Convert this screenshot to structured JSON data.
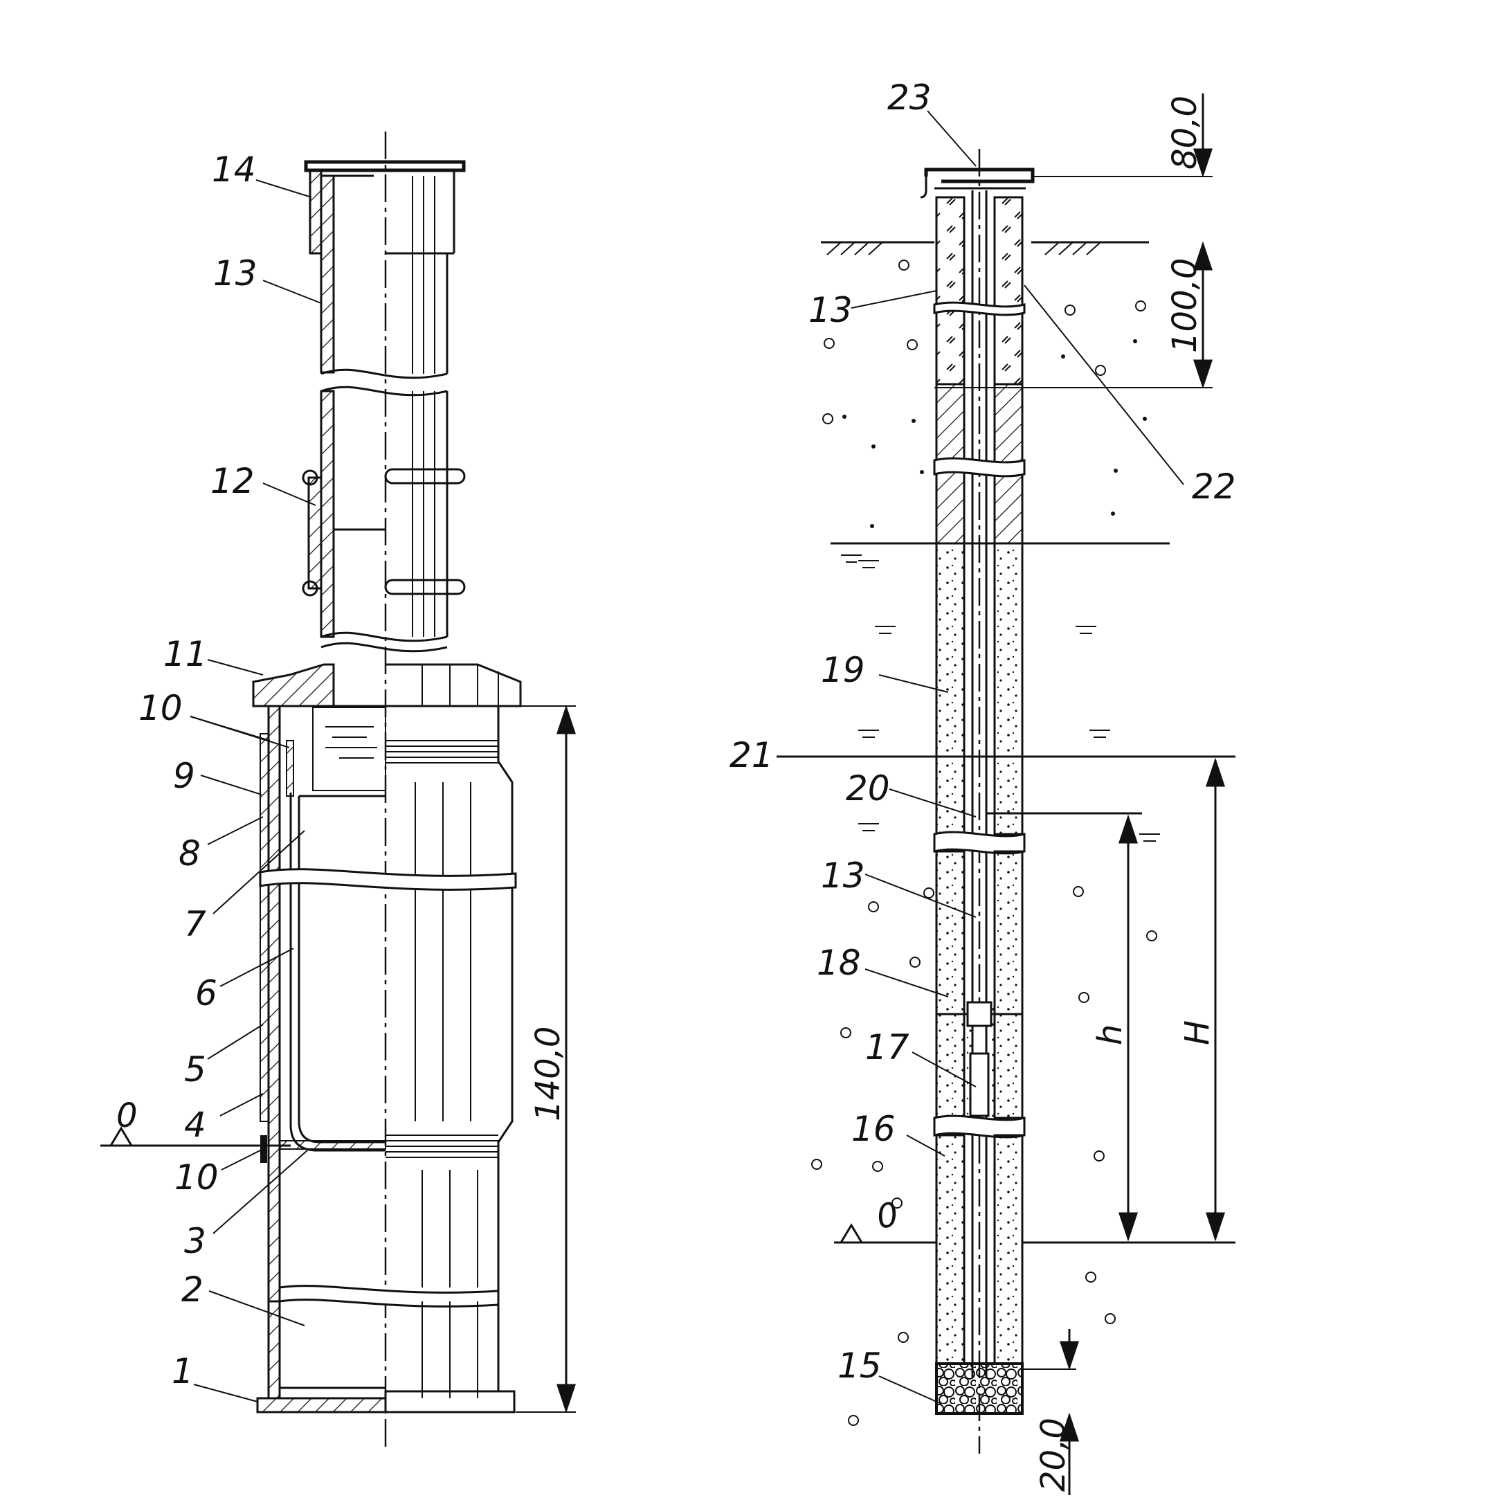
{
  "left_labels": [
    "1",
    "2",
    "3",
    "4",
    "5",
    "6",
    "7",
    "8",
    "9",
    "10",
    "10",
    "11",
    "12",
    "13",
    "14"
  ],
  "left_dims": {
    "height": "140,0",
    "zero": "0"
  },
  "right_labels": [
    "13",
    "13",
    "15",
    "16",
    "17",
    "18",
    "19",
    "20",
    "21",
    "22",
    "23"
  ],
  "right_dims": {
    "top": "80,0",
    "upper": "100,0",
    "bottom": "20,0",
    "h": "h",
    "H": "H",
    "zero": "0"
  }
}
